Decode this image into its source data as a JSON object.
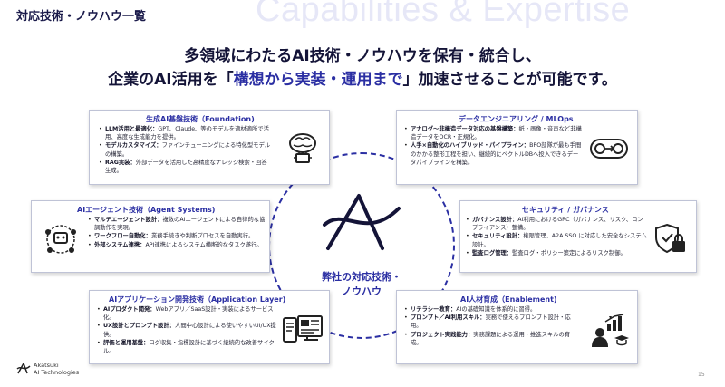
{
  "header": {
    "page_title": "対応技術・ノウハウ一覧",
    "watermark": "Capabilities & Expertise"
  },
  "headline": {
    "line1": "多領域にわたるAI技術・ノウハウを保有・統合し、",
    "line2_pre": "企業のAI活用を「",
    "line2_accent": "構想から実装・運用まで",
    "line2_post": "」加速させることが可能です。"
  },
  "center": {
    "line1": "弊社の対応技術・",
    "line2": "ノウハウ"
  },
  "cards": {
    "genai": {
      "title": "生成AI基盤技術（Foundation)",
      "icon": "brain-chip-icon",
      "items": [
        {
          "label": "LLM活用と最適化：",
          "text": "GPT、Claude、等のモデルを適材適所で活用、高度な生成能力を提供。"
        },
        {
          "label": "モデルカスタマイズ：",
          "text": "ファインチューニングによる特化型モデルの構築。"
        },
        {
          "label": "RAG実装：",
          "text": "外部データを活用した高精度なナレッジ検索・回答生成。"
        }
      ]
    },
    "data": {
      "title": "データエンジニアリング / MLOps",
      "icon": "data-pipeline-icon",
      "items": [
        {
          "label": "アナログ～非構造データ対応の基盤構築：",
          "text": "紙・画像・音声など非構造データをOCR・正規化。"
        },
        {
          "label": "人手×自動化のハイブリッド・パイプライン：",
          "text": "BPO部隊が最も手間のかかる整形工程を担い、継続的にベクトルDBへ投入できるデータパイプラインを構築。"
        }
      ]
    },
    "agent": {
      "title": "AIエージェント技術（Agent Systems)",
      "icon": "agent-network-icon",
      "items": [
        {
          "label": "マルチエージェント設計：",
          "text": "複数のAIエージェントによる自律的な協調動作を実現。"
        },
        {
          "label": "ワークフロー自動化：",
          "text": "業務手続きや判断プロセスを自動実行。"
        },
        {
          "label": "外部システム連携：",
          "text": "API連携によるシステム横断的なタスク遂行。"
        }
      ]
    },
    "security": {
      "title": "セキュリティ / ガバナンス",
      "icon": "shield-lock-icon",
      "items": [
        {
          "label": "ガバナンス設計：",
          "text": "AI利用におけるGRC（ガバナンス、リスク、コンプライアンス）整備。"
        },
        {
          "label": "セキュリティ設計：",
          "text": "権限管理、A2A SSO に対応した安全なシステム設計。"
        },
        {
          "label": "監査ログ管理：",
          "text": "監査ログ・ポリシー策定によるリスク制御。"
        }
      ]
    },
    "app": {
      "title": "AIアプリケーション開発技術（Application Layer)",
      "icon": "app-devices-icon",
      "items": [
        {
          "label": "AIプロダクト開発：",
          "text": "Webアプリ／SaaS設計・実装によるサービス化。"
        },
        {
          "label": "UX設計とプロンプト設計：",
          "text": "人間中心設計による使いやすいUI/UX提供。"
        },
        {
          "label": "評価と運用基盤：",
          "text": "ログ収集・指標設計に基づく継続的な改善サイクル。"
        }
      ]
    },
    "talent": {
      "title": "AI人材育成（Enablement)",
      "icon": "mentor-growth-icon",
      "items": [
        {
          "label": "リテラシー教育：",
          "text": "AIの基礎知識を体系的に習得。"
        },
        {
          "label": "プロンプト／AI利用スキル：",
          "text": "実務で使えるプロンプト設計・応用。"
        },
        {
          "label": "プロジェクト実践能力：",
          "text": "実務課題による運用・推進スキルの育成。"
        }
      ]
    }
  },
  "footer": {
    "logo_line1": "Akatsuki",
    "logo_line2": "AI Technologies",
    "page_number": "15"
  },
  "colors": {
    "accent": "#2b2fa3",
    "text": "#1a1a3a",
    "watermark": "#e6e7f7"
  }
}
